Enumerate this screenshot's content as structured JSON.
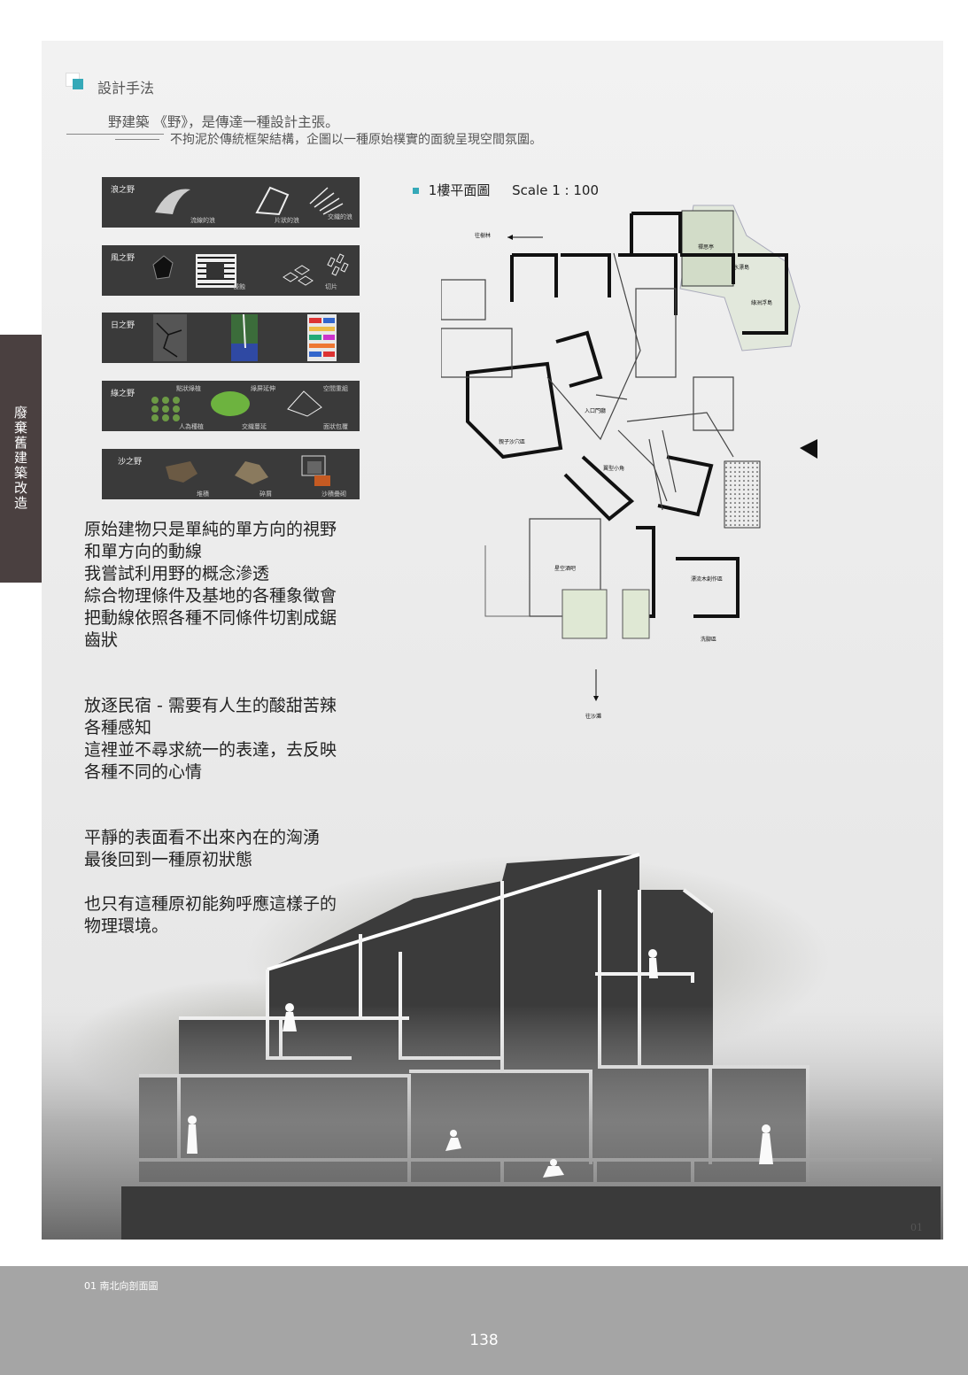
{
  "side_tab": "廢棄舊建築改造",
  "section": {
    "heading": "設計手法"
  },
  "intro": {
    "line1": "野建築 《野》，是傳達一種設計主張。",
    "line2": "不拘泥於傳統框架結構，企圖以一種原始樸實的面貌呈現空間氛圍。"
  },
  "concept_cards": [
    {
      "label": "浪之野",
      "captions": [
        "流線的浪",
        "片狀的浪",
        "交織的浪"
      ]
    },
    {
      "label": "風之野",
      "captions": [
        "侵蝕",
        "切片"
      ]
    },
    {
      "label": "日之野",
      "captions": []
    },
    {
      "label": "綠之野",
      "captions": [
        "點狀綠植",
        "綠屏延伸",
        "空間重組",
        "人為種植",
        "交織蔓延",
        "面狀包覆"
      ]
    },
    {
      "label": "沙之野",
      "captions": [
        "堆積",
        "碎屑",
        "沙積疊砌"
      ]
    }
  ],
  "paragraphs": {
    "p1": [
      "原始建物只是單純的單方向的視野",
      "和單方向的動線",
      "我嘗試利用野的概念滲透",
      "綜合物理條件及基地的各種象徵會",
      "把動線依照各種不同條件切割成鋸",
      "齒狀"
    ],
    "p2": [
      "放逐民宿 - 需要有人生的酸甜苦辣",
      "各種感知",
      "這裡並不尋求統一的表達，去反映",
      "各種不同的心情"
    ],
    "p3": [
      "平靜的表面看不出來內在的洶湧",
      "最後回到一種原初狀態"
    ],
    "p4": [
      "也只有這種原初能夠呼應這樣子的",
      "物理環境。"
    ]
  },
  "plan": {
    "title": "1樓平面圖",
    "scale": "Scale  1 : 100",
    "labels": {
      "north_path": "往樹林",
      "south_path": "往沙灘",
      "zen": "禪思亭",
      "water": "水漂島",
      "green_island": "綠洲浮島",
      "entrance": "入口門廳",
      "kids_sand": "親子沙穴區",
      "corridor": "翼型小角",
      "cafe": "星空酒吧",
      "driftwood": "漂流木創作區",
      "wash": "洗腳區"
    }
  },
  "section_drawing": {
    "number": "01"
  },
  "footer": {
    "caption": "01  南北向剖面圖",
    "page_number": "138"
  },
  "colors": {
    "accent": "#35a9b8",
    "side_tab": "#4a4040",
    "footer": "#a5a5a5"
  }
}
